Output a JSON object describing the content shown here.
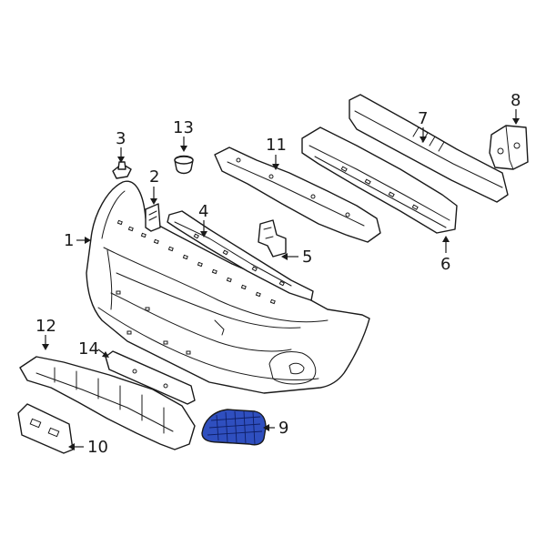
{
  "highlight_color": "#2f4fbf",
  "outline_color": "#1a1a1a",
  "callouts": {
    "c1": "1",
    "c2": "2",
    "c3": "3",
    "c4": "4",
    "c5": "5",
    "c6": "6",
    "c7": "7",
    "c8": "8",
    "c9": "9",
    "c10": "10",
    "c11": "11",
    "c12": "12",
    "c13": "13",
    "c14": "14"
  },
  "highlighted_part": "9"
}
